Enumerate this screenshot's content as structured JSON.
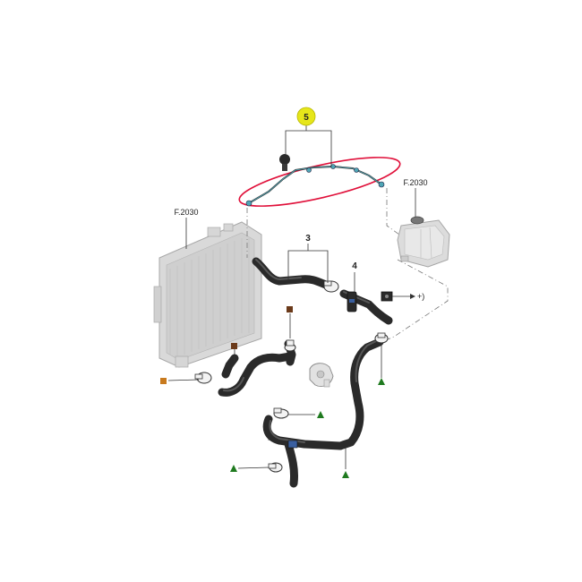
{
  "diagram": {
    "callouts": {
      "part_5": "5",
      "part_3": "3",
      "part_4": "4"
    },
    "references": {
      "radiator_ref": "F.2030",
      "reservoir_ref": "F.2030",
      "connector_mark": "+)"
    },
    "colors": {
      "highlight_ring": "#e0103a",
      "callout_badge": "#e6e61a",
      "square_marker_brown": "#6b3a1a",
      "square_marker_orange": "#c87a1e",
      "triangle_marker_green": "#1f7a1f",
      "hose": "#2a2a2a",
      "radiator": "#d3d3d3"
    },
    "markers": [
      {
        "shape": "square",
        "color": "brown",
        "at": "upper-hose-clip"
      },
      {
        "shape": "square",
        "color": "brown",
        "at": "lower-hose-left"
      },
      {
        "shape": "square",
        "color": "orange",
        "at": "radiator-outlet-clamp"
      },
      {
        "shape": "triangle",
        "color": "green",
        "at": "right-hose-clamp"
      },
      {
        "shape": "triangle",
        "color": "green",
        "at": "middle-clamp"
      },
      {
        "shape": "triangle",
        "color": "green",
        "at": "bottom-right-junction"
      },
      {
        "shape": "triangle",
        "color": "green",
        "at": "bottom-left-clamp"
      }
    ]
  }
}
